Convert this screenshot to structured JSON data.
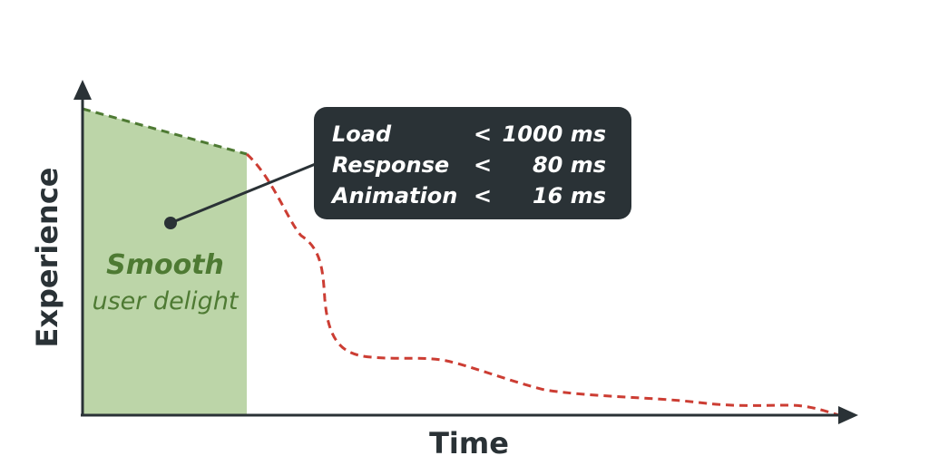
{
  "colors": {
    "axis": "#2a3236",
    "smooth_fill": "#bcd5a8",
    "smooth_line": "#4e7a33",
    "degrade_line": "#cc3d33",
    "callout_bg": "#2a3236",
    "callout_text": "#ffffff",
    "smooth_text": "#4e7a33"
  },
  "axes": {
    "x_label": "Time",
    "y_label": "Experience"
  },
  "smooth_zone": {
    "title": "Smooth",
    "subtitle": "user delight"
  },
  "budgets": [
    {
      "metric": "Load",
      "operator": "<",
      "value": "1000 ms"
    },
    {
      "metric": "Response",
      "operator": "<",
      "value": "80 ms"
    },
    {
      "metric": "Animation",
      "operator": "<",
      "value": "16 ms"
    }
  ]
}
